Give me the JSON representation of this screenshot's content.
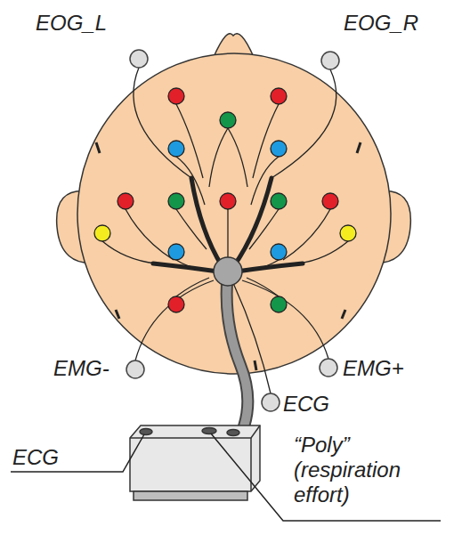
{
  "diagram": {
    "labels": [
      "EOG_L",
      "EOG_R",
      "EMG-",
      "EMG+",
      "ECG",
      "ECG",
      "“Poly” (respiration effort)"
    ]
  }
}
